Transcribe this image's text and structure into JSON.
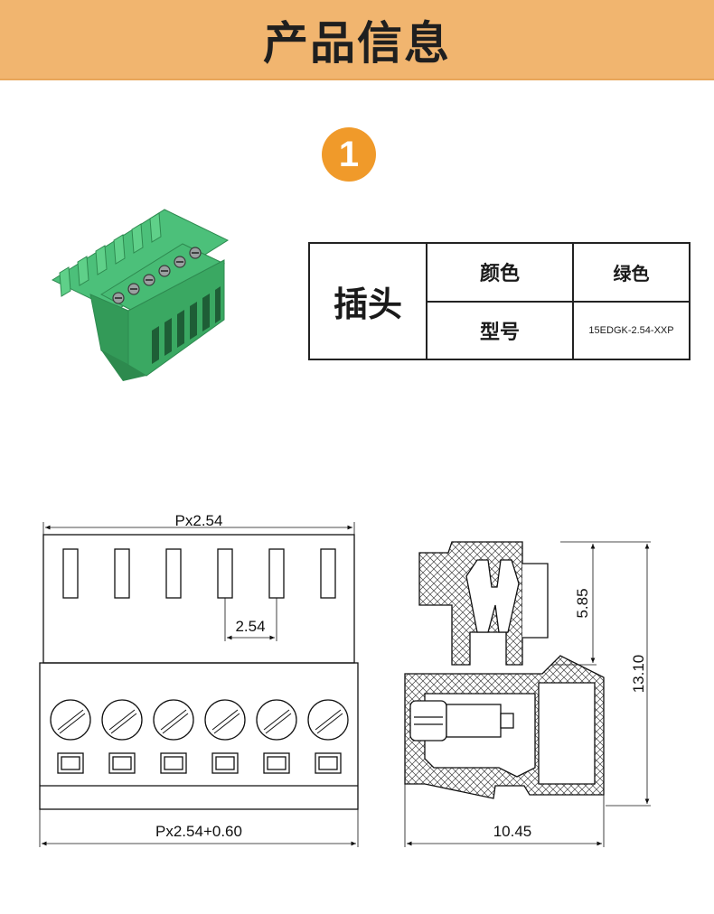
{
  "header": {
    "title": "产品信息"
  },
  "badge": {
    "number": "1"
  },
  "spec_table": {
    "heading": "插头",
    "rows": [
      {
        "key": "颜色",
        "value": "绿色"
      },
      {
        "key": "型号",
        "value": "15EDGK-2.54-XXP"
      }
    ]
  },
  "drawing": {
    "front": {
      "pitch_label": "Px2.54",
      "pin_spacing": "2.54",
      "total_width": "Px2.54+0.60"
    },
    "side": {
      "upper_height": "5.85",
      "total_height": "13.10",
      "depth": "10.45"
    }
  },
  "colors": {
    "banner": "#f1b56f",
    "badge": "#f09a2a",
    "product_green": "#3fb36a"
  },
  "icons": {
    "product": "green-terminal-block-plug-photo"
  }
}
